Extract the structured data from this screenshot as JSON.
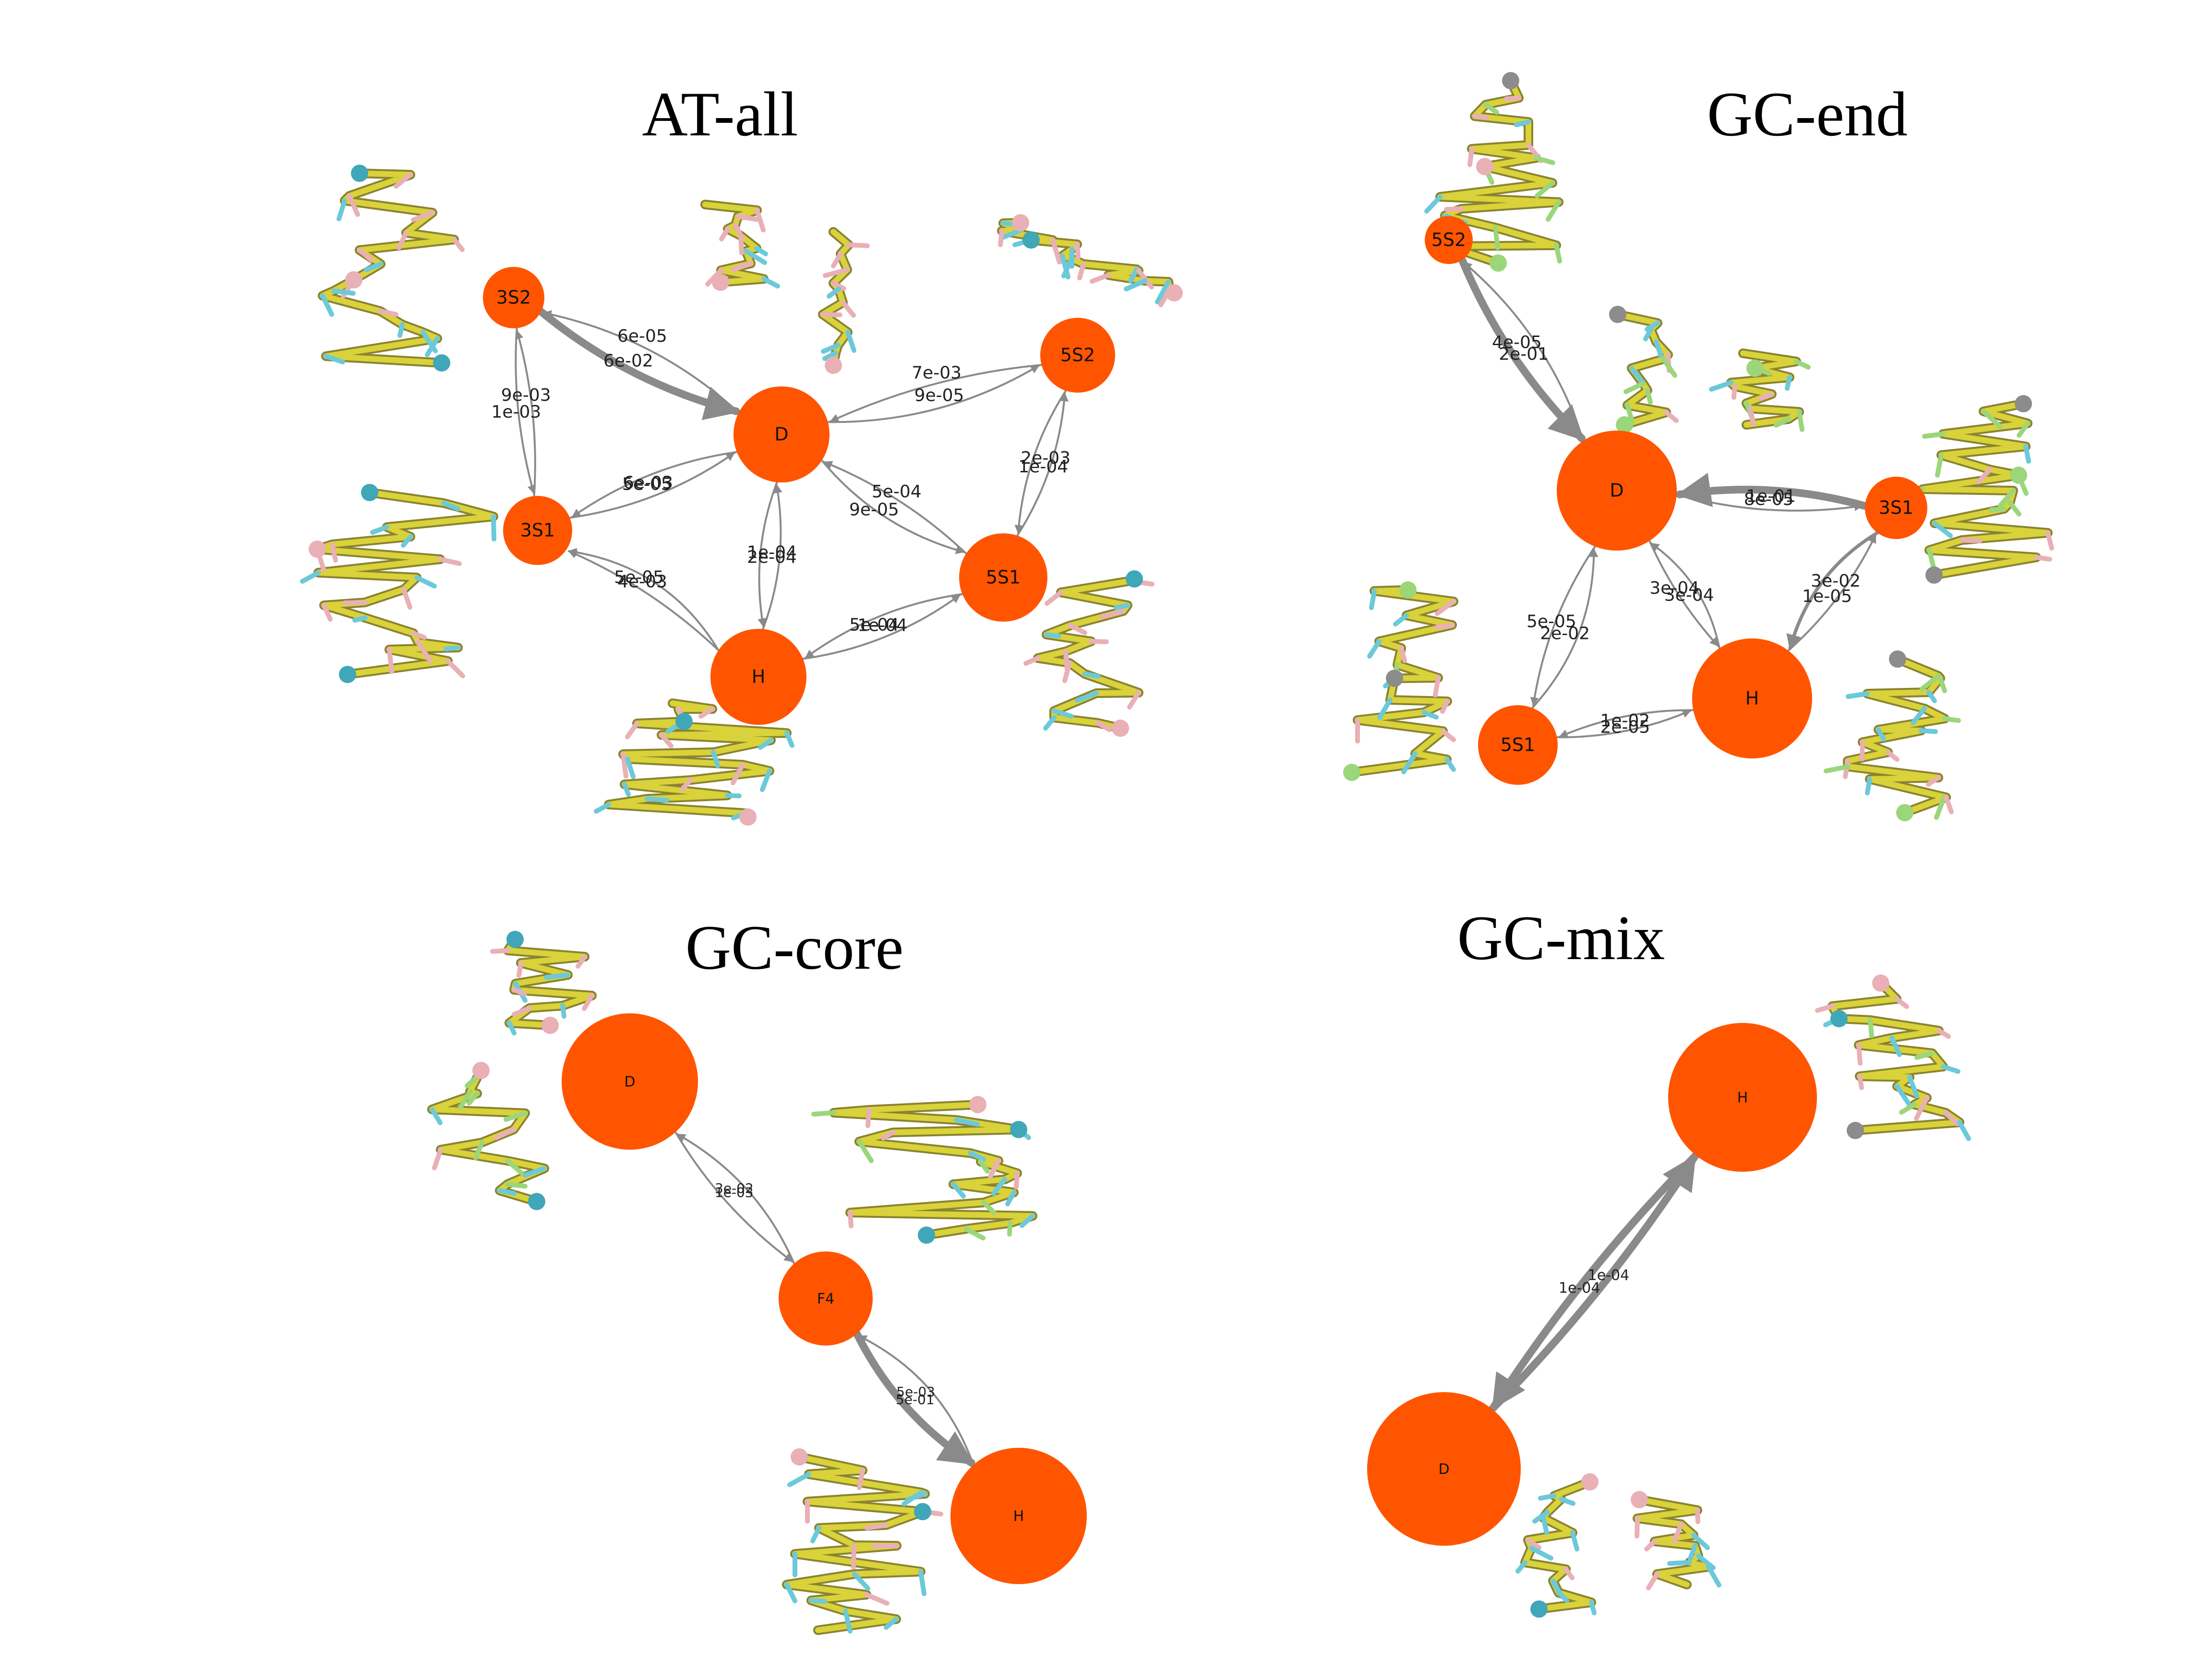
{
  "colors": {
    "node_fill": "#ff5500",
    "edge": "#8a8a8a",
    "background": "#ffffff",
    "strand_yellow": "#d9d23a",
    "base_cyan": "#6cc9d9",
    "base_pink": "#e9b0b6",
    "base_green": "#9bd67a",
    "bead_teal": "#3fa7b8",
    "bead_grey": "#8c8c8c"
  },
  "panels": [
    {
      "id": "at-all",
      "title": "AT-all",
      "nodes": [
        {
          "id": "3S2",
          "label": "3S2",
          "size": "small"
        },
        {
          "id": "D",
          "label": "D",
          "size": "medium"
        },
        {
          "id": "5S2",
          "label": "5S2",
          "size": "small"
        },
        {
          "id": "3S1",
          "label": "3S1",
          "size": "small"
        },
        {
          "id": "5S1",
          "label": "5S1",
          "size": "medium"
        },
        {
          "id": "H",
          "label": "H",
          "size": "medium"
        }
      ],
      "edges": [
        {
          "from": "3S2",
          "to": "D",
          "label": "6e-02",
          "weight": "heavy"
        },
        {
          "from": "D",
          "to": "3S2",
          "label": "6e-05",
          "weight": "thin"
        },
        {
          "from": "3S2",
          "to": "3S1",
          "label": "9e-03",
          "weight": "thin"
        },
        {
          "from": "3S1",
          "to": "3S2",
          "label": "1e-03",
          "weight": "thin"
        },
        {
          "from": "3S1",
          "to": "D",
          "label": "6e-03",
          "weight": "thin"
        },
        {
          "from": "D",
          "to": "3S1",
          "label": "5e-05",
          "weight": "thin"
        },
        {
          "from": "D",
          "to": "5S2",
          "label": "9e-05",
          "weight": "thin"
        },
        {
          "from": "5S2",
          "to": "D",
          "label": "7e-03",
          "weight": "thin"
        },
        {
          "from": "D",
          "to": "5S1",
          "label": "9e-05",
          "weight": "thin"
        },
        {
          "from": "5S1",
          "to": "5S2",
          "label": "1e-04",
          "weight": "thin"
        },
        {
          "from": "5S2",
          "to": "5S1",
          "label": "2e-03",
          "weight": "thin"
        },
        {
          "from": "H",
          "to": "3S1",
          "label": "4e-03",
          "weight": "thin"
        },
        {
          "from": "H",
          "to": "D",
          "label": "2e-04",
          "weight": "thin"
        },
        {
          "from": "D",
          "to": "H",
          "label": "1e-04",
          "weight": "thin"
        },
        {
          "from": "5S1",
          "to": "D",
          "label": "5e-04",
          "weight": "thin"
        },
        {
          "from": "H",
          "to": "5S1",
          "label": "1e-04",
          "weight": "thin"
        },
        {
          "from": "H",
          "to": "3S1",
          "label": "5e-05",
          "weight": "thin"
        },
        {
          "from": "5S1",
          "to": "H",
          "label": "5e-04",
          "weight": "thin"
        }
      ]
    },
    {
      "id": "gc-end",
      "title": "GC-end",
      "nodes": [
        {
          "id": "5S2",
          "label": "5S2",
          "size": "small"
        },
        {
          "id": "D",
          "label": "D",
          "size": "large"
        },
        {
          "id": "3S1",
          "label": "3S1",
          "size": "small"
        },
        {
          "id": "H",
          "label": "H",
          "size": "large"
        },
        {
          "id": "5S1",
          "label": "5S1",
          "size": "medium"
        }
      ],
      "edges": [
        {
          "from": "5S2",
          "to": "D",
          "label": "2e-01",
          "weight": "heavy"
        },
        {
          "from": "D",
          "to": "5S2",
          "label": "4e-05",
          "weight": "thin"
        },
        {
          "from": "D",
          "to": "3S1",
          "label": "8e-05",
          "weight": "thin"
        },
        {
          "from": "3S1",
          "to": "D",
          "label": "1e-01",
          "weight": "heavy"
        },
        {
          "from": "D",
          "to": "H",
          "label": "3e-04",
          "weight": "thin"
        },
        {
          "from": "H",
          "to": "D",
          "label": "3e-04",
          "weight": "thin"
        },
        {
          "from": "H",
          "to": "3S1",
          "label": "1e-05",
          "weight": "thin"
        },
        {
          "from": "3S1",
          "to": "H",
          "label": "3e-02",
          "weight": "medium"
        },
        {
          "from": "5S1",
          "to": "D",
          "label": "2e-02",
          "weight": "thin"
        },
        {
          "from": "D",
          "to": "5S1",
          "label": "5e-05",
          "weight": "thin"
        },
        {
          "from": "5S1",
          "to": "H",
          "label": "1e-02",
          "weight": "thin"
        },
        {
          "from": "H",
          "to": "5S1",
          "label": "2e-05",
          "weight": "thin"
        }
      ]
    },
    {
      "id": "gc-core",
      "title": "GC-core",
      "nodes": [
        {
          "id": "D",
          "label": "D",
          "size": "large"
        },
        {
          "id": "F4",
          "label": "F4",
          "size": "medium"
        },
        {
          "id": "H",
          "label": "H",
          "size": "large"
        }
      ],
      "edges": [
        {
          "from": "D",
          "to": "F4",
          "label": "1e-03",
          "weight": "thin"
        },
        {
          "from": "F4",
          "to": "D",
          "label": "3e-02",
          "weight": "thin"
        },
        {
          "from": "F4",
          "to": "H",
          "label": "5e-01",
          "weight": "heavy"
        },
        {
          "from": "H",
          "to": "F4",
          "label": "5e-03",
          "weight": "thin"
        }
      ]
    },
    {
      "id": "gc-mix",
      "title": "GC-mix",
      "nodes": [
        {
          "id": "H",
          "label": "H",
          "size": "large"
        },
        {
          "id": "D",
          "label": "D",
          "size": "large"
        }
      ],
      "edges": [
        {
          "from": "D",
          "to": "H",
          "label": "1e-04",
          "weight": "heavy"
        },
        {
          "from": "H",
          "to": "D",
          "label": "1e-04",
          "weight": "heavy"
        }
      ]
    }
  ]
}
